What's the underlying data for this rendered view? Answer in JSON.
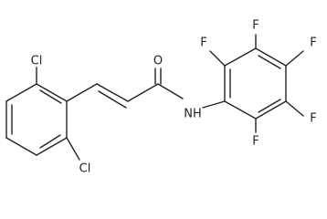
{
  "atoms": {
    "cl_top": "Cl",
    "cl_bottom": "Cl",
    "o": "O",
    "nh": "NH",
    "f_1": "F",
    "f_2": "F",
    "f_3": "F",
    "f_4": "F",
    "f_5": "F"
  }
}
